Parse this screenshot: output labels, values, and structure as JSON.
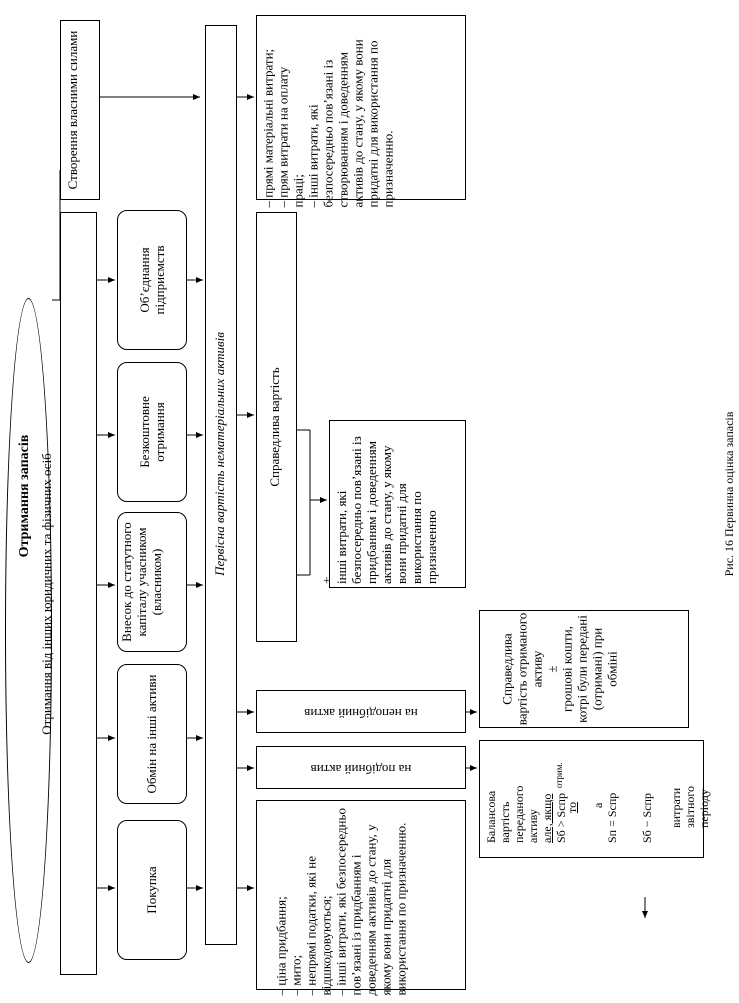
{
  "root": {
    "label": "Отримання запасів"
  },
  "col_own": {
    "label": "Створення власними силами"
  },
  "col_others": {
    "label": "Отримання від інших юридичних та фізичних осіб"
  },
  "methods": {
    "merger": "Об’єднання підприємств",
    "free": "Безкоштовне отримання",
    "contribution": "Внесок до статутного капіталу учасником (власником)",
    "exchange": "Обмін на інші активи",
    "purchase": "Покупка"
  },
  "central_bar": {
    "label": "Первісна вартість нематеріальних активів"
  },
  "cost_own": {
    "text": "– прямі матеріальні витрати;\n– прям витрати на оплату праці;\n– інші витрати, які безпосередньо пов’язані із створюванням і доведенням активів до стану, у якому вони придатні для використання по призначенню."
  },
  "fair_value": {
    "label": "Справедлива вартість"
  },
  "fair_plus": {
    "text": "+\nінші витрати, які безпосередньо пов’язані із придбанням і доведенням активів до стану, у якому вони придатні для використання по призначенню"
  },
  "exchange_dissimilar": {
    "label": "на неподібний актив",
    "detail": "Справедлива вартість отриманого активу\n±\nгрошові кошти, котрі були передані (отримані) при обміні"
  },
  "exchange_similar": {
    "label": "на подібний актив",
    "detail_lines": [
      "Балансова",
      "вартість",
      "переданого",
      "активу",
      "але, якщо",
      "Sб > Sспр",
      "отрим.",
      "то",
      "Sп = Sспр",
      "а",
      "Sб − Sспр",
      "витрати",
      "звітного",
      "періоду"
    ]
  },
  "cost_purchase": {
    "text": "– ціна придбання;\n– мито;\n– непрямі податки, які не відшкодовуються;\n– інші витрати, які безпосередньо пов’язані із придбанням і доведенням активів до стану, у якому вони придатні для використання по призначенню."
  },
  "caption": "Рис. 16 Первинна оцінка запасів"
}
